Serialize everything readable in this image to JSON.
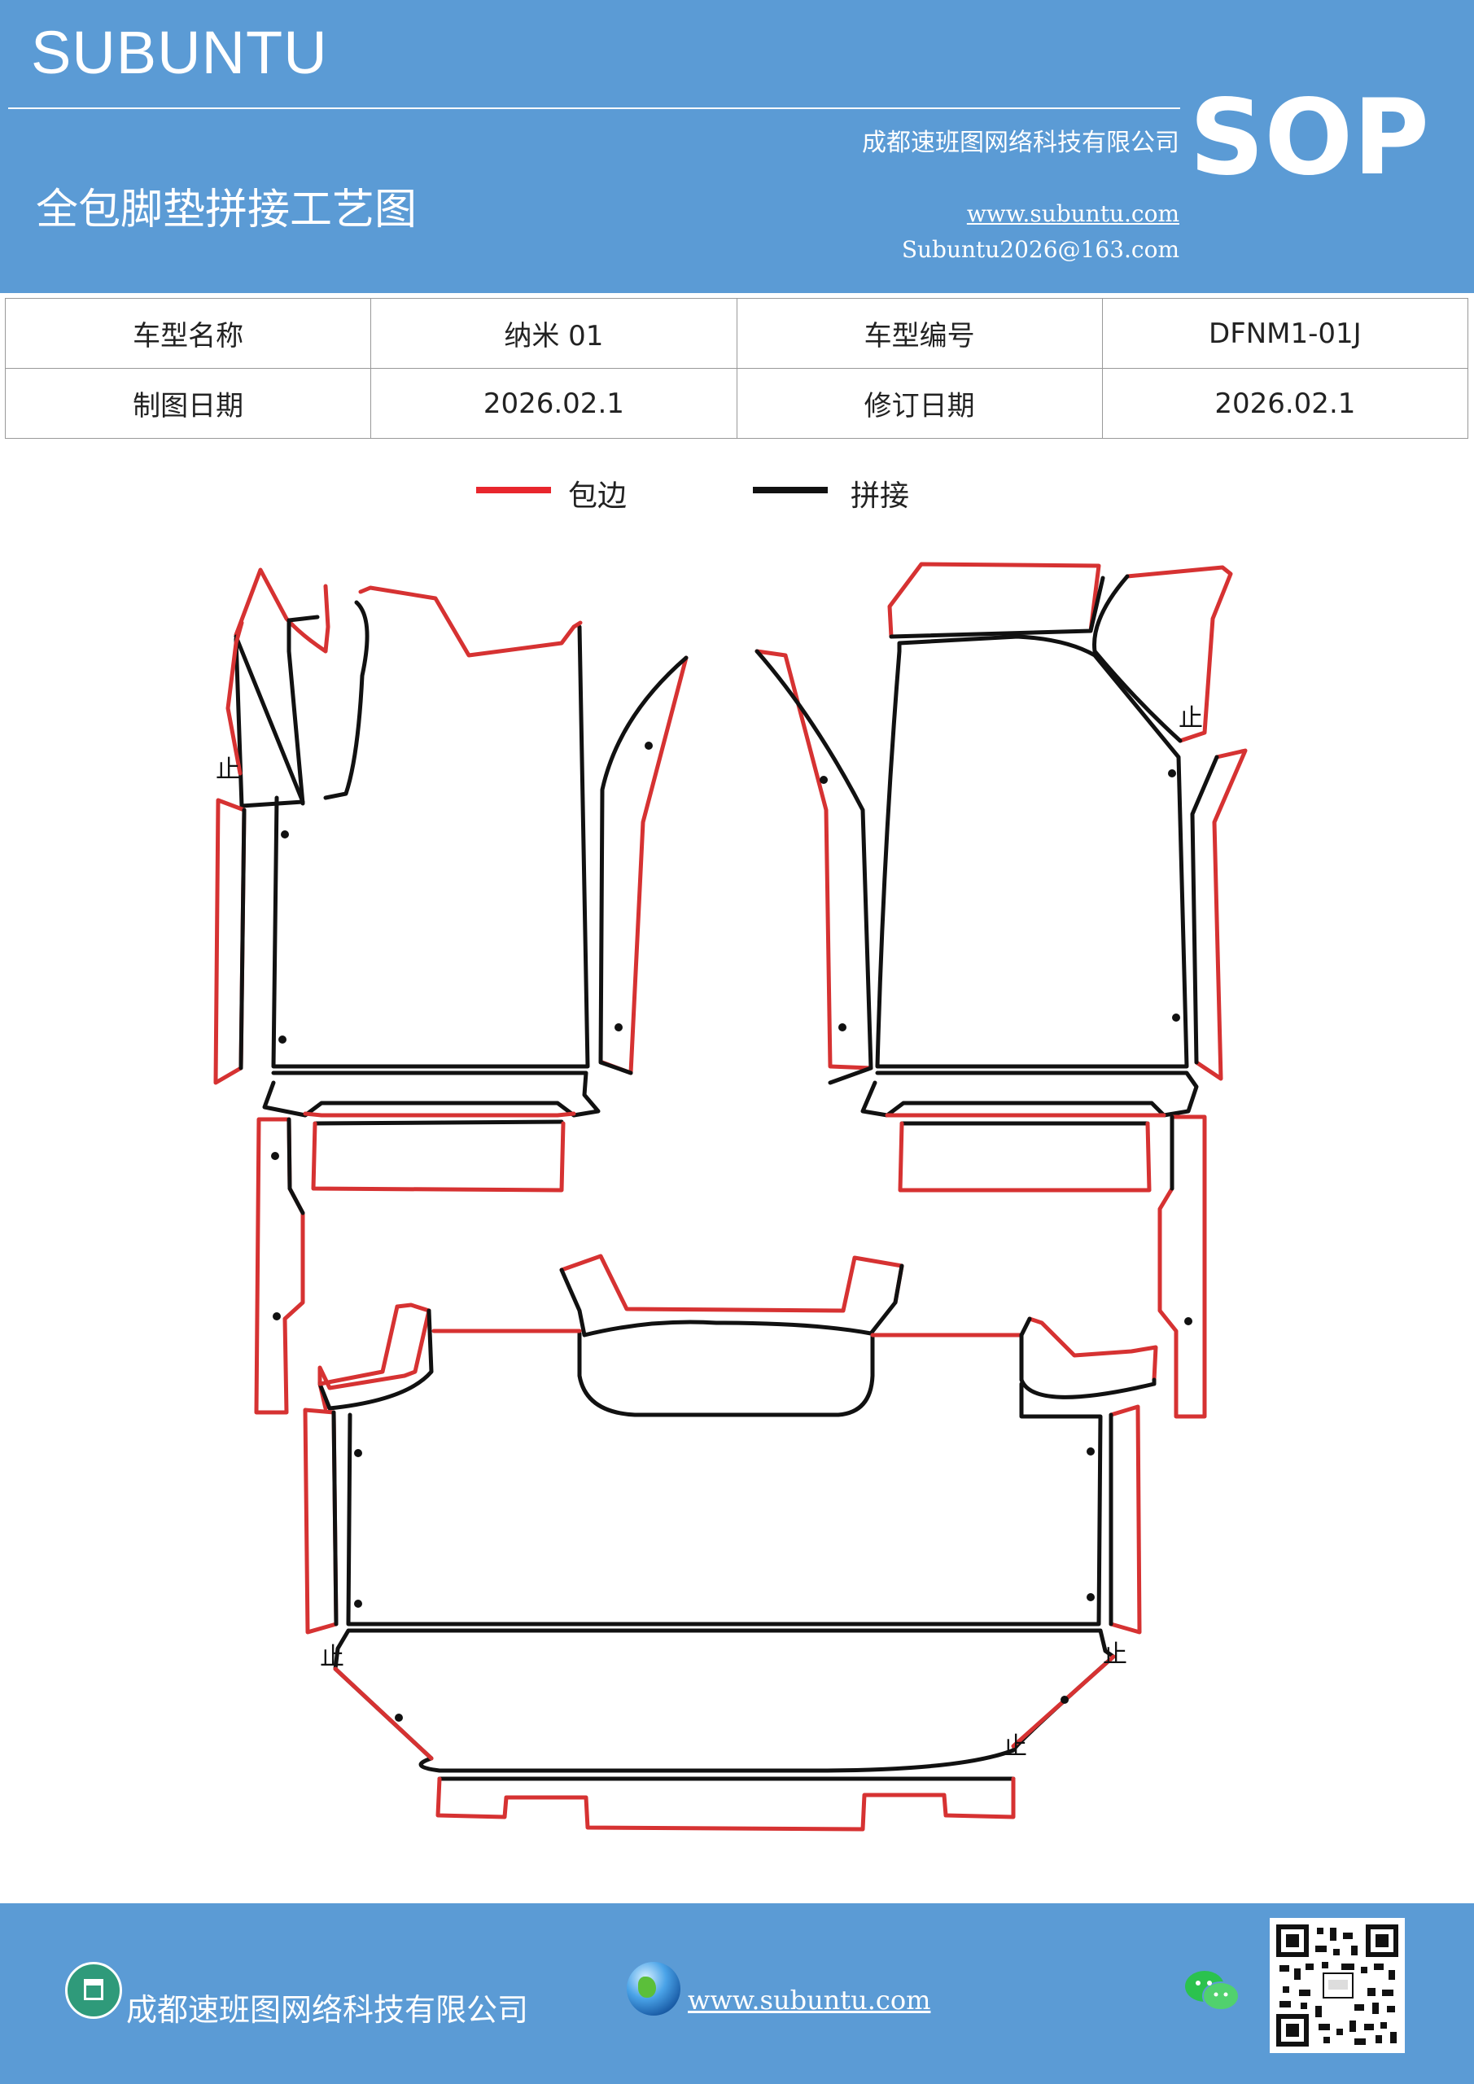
{
  "header": {
    "brand": "SUBUNTU",
    "company": "成都速班图网络科技有限公司",
    "title": "全包脚垫拼接工艺图",
    "website": "www.subuntu.com",
    "email": "Subuntu2026@163.com",
    "badge": "SOP",
    "background_color": "#5b9bd5"
  },
  "info_table": {
    "rows": [
      [
        "车型名称",
        "纳米 01",
        "车型编号",
        "DFNM1-01J"
      ],
      [
        "制图日期",
        "2026.02.1",
        "修订日期",
        "2026.02.1"
      ]
    ]
  },
  "legend": {
    "items": [
      {
        "label": "包边",
        "color": "#e8262d"
      },
      {
        "label": "拼接",
        "color": "#111111"
      }
    ]
  },
  "diagram": {
    "stop_mark": "止",
    "edge_color": "#d63232",
    "seam_color": "#111111"
  },
  "footer": {
    "company": "成都速班图网络科技有限公司",
    "website": "www.subuntu.com",
    "icons": [
      "building-icon",
      "globe-icon",
      "wechat-icon",
      "qr-code"
    ]
  }
}
